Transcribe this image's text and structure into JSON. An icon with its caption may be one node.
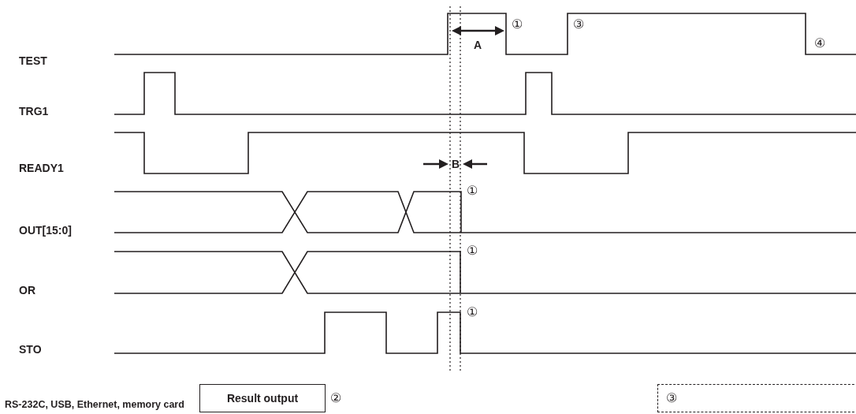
{
  "diagram": {
    "nodes": [
      {
        "text": [
          "Result output"
        ],
        "beside": [
          "②"
        ]
      },
      {
        "text": [
          "③"
        ]
      }
    ],
    "labels": [
      "①",
      "③",
      "TEST",
      "A",
      "④",
      "TRG1",
      "READY1",
      "B",
      "①",
      "OUT[15:0]",
      "①",
      "OR",
      "①",
      "STO",
      "RS-232C, USB, Ethernet, memory card"
    ]
  }
}
